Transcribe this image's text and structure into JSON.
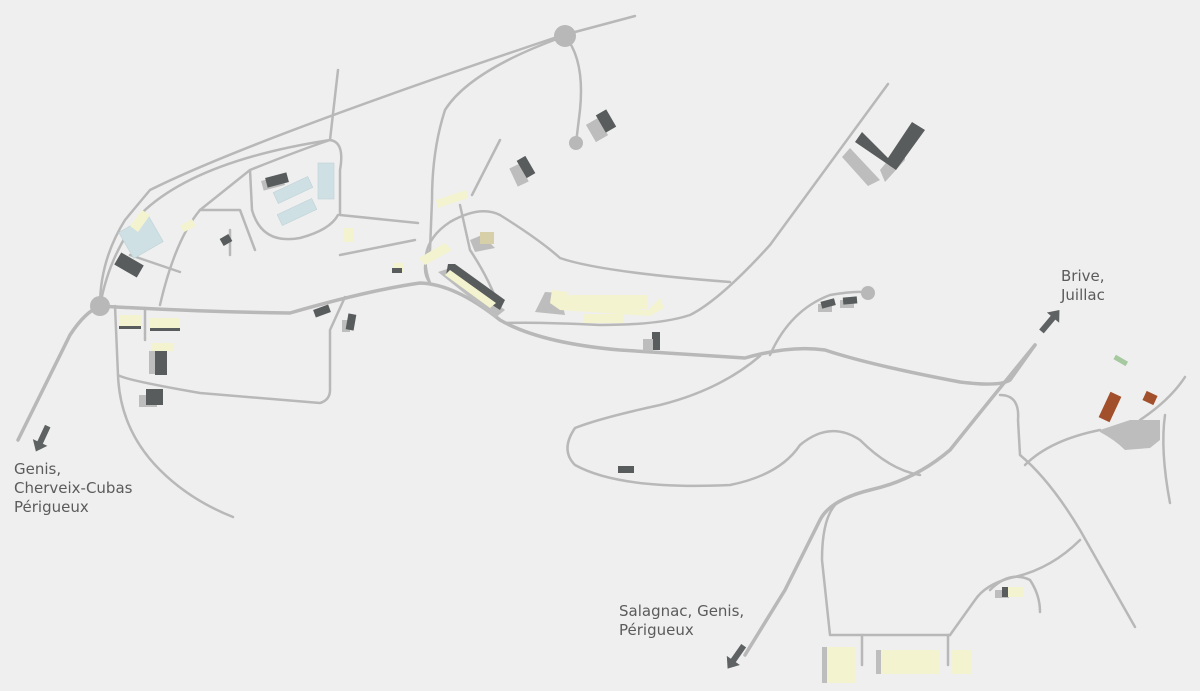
{
  "colors": {
    "background": "#efefef",
    "road": "#b8b8b8",
    "building_dark": "#585c5c",
    "building_light": "#f4f3cf",
    "building_shadow": "#bdbdbd",
    "building_blue": "#cfe0e4",
    "building_brown": "#a2502b",
    "building_green": "#a6c9a0",
    "arrow": "#5e6262",
    "label": "#5b5b5b"
  },
  "icons": {
    "direction_arrow": "arrow-icon",
    "roundabout": "roundabout-icon"
  },
  "labels": {
    "genis_west": [
      "Genis,",
      "Cherveix-Cubas",
      "Périgueux"
    ],
    "brive": [
      "Brive,",
      "Juillac"
    ],
    "salagnac": [
      "Salagnac, Genis,",
      "Périgueux"
    ]
  }
}
